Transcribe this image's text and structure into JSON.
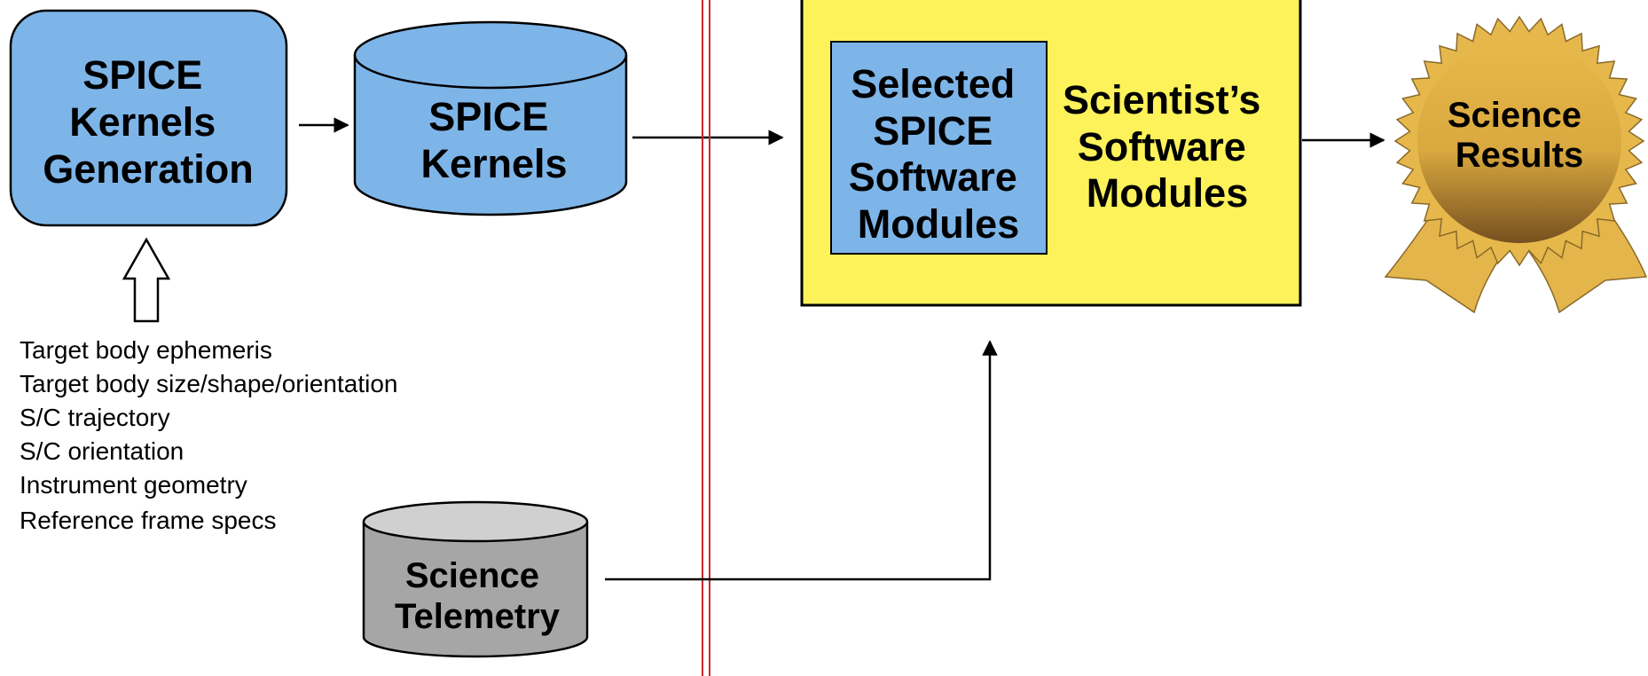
{
  "colors": {
    "kernel_blue": "#7eb5e9",
    "telemetry_gray": "#a6a6a6",
    "telemetry_top": "#d0d0d0",
    "software_yellow": "#fdf25a",
    "divider_red": "#c8282e",
    "seal_gold": "#e4b54a",
    "seal_dark": "#7a5420"
  },
  "nodes": {
    "kernels_generation": {
      "lines": [
        "SPICE",
        "Kernels",
        "Generation"
      ]
    },
    "spice_kernels": {
      "lines": [
        "SPICE",
        "Kernels"
      ]
    },
    "science_telemetry": {
      "lines": [
        "Science",
        "Telemetry"
      ]
    },
    "selected_modules": {
      "lines": [
        "Selected",
        "SPICE",
        "Software",
        "Modules"
      ]
    },
    "scientist_modules": {
      "lines": [
        "Scientist’s",
        "Software",
        "Modules"
      ]
    },
    "science_results": {
      "lines": [
        "Science",
        "Results"
      ]
    }
  },
  "inputs_list": [
    "Target body ephemeris",
    "Target body size/shape/orientation",
    "S/C trajectory",
    "S/C orientation",
    "Instrument geometry",
    "Reference frame specs"
  ]
}
